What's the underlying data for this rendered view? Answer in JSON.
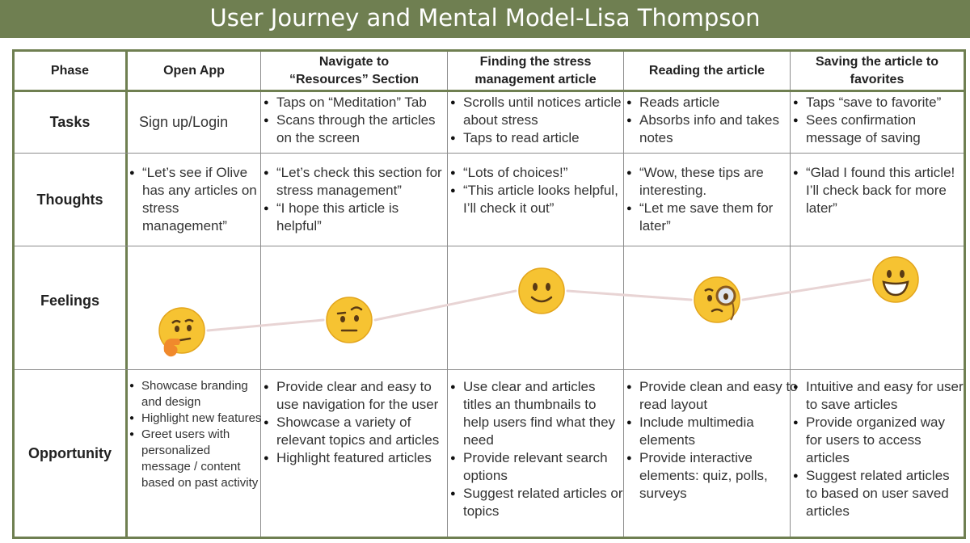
{
  "title": "User Journey and Mental Model-Lisa Thompson",
  "colors": {
    "accent": "#6f7f51",
    "title_text": "#ffffff",
    "curve": "#e8d4d4",
    "emoji": "#f6c332"
  },
  "header": {
    "phase": "Phase",
    "phases": [
      [
        "Open App"
      ],
      [
        "Navigate to",
        "“Resources” Section"
      ],
      [
        "Finding the stress",
        "management article"
      ],
      [
        "Reading the article"
      ],
      [
        "Saving the article to",
        "favorites"
      ]
    ]
  },
  "rows": {
    "tasks": {
      "label": "Tasks",
      "cells": [
        [
          "Sign up/Login"
        ],
        [
          "Taps on “Meditation” Tab",
          "Scans through the articles on the screen"
        ],
        [
          "Scrolls until notices article about stress",
          "Taps to read article"
        ],
        [
          "Reads article",
          "Absorbs info and takes notes"
        ],
        [
          "Taps “save to favorite”",
          "Sees confirmation message of saving"
        ]
      ]
    },
    "thoughts": {
      "label": "Thoughts",
      "cells": [
        [
          "“Let’s see if Olive has any articles on stress management”"
        ],
        [
          "“Let’s check this section for stress management”",
          "“I hope this article is helpful”"
        ],
        [
          "“Lots of choices!”",
          "“This article looks helpful, I’ll check it out”"
        ],
        [
          "“Wow, these tips are interesting.",
          "“Let me save them for later”"
        ],
        [
          "“Glad I found this article! I’ll check back for more later”"
        ]
      ]
    },
    "feelings": {
      "label": "Feelings",
      "emojis": [
        "thinking-face-icon",
        "raised-eyebrow-face-icon",
        "slightly-smiling-face-icon",
        "face-with-monocle-icon",
        "grinning-face-icon"
      ]
    },
    "opportunity": {
      "label": "Opportunity",
      "cells": [
        [
          "Showcase branding and design",
          "Highlight new features",
          "Greet users with personalized message / content based on past activity"
        ],
        [
          "Provide clear and easy to use navigation for the user",
          "Showcase a variety of relevant topics and articles",
          "Highlight featured articles"
        ],
        [
          "Use clear and articles titles an thumbnails to help users find what they need",
          "Provide relevant search options",
          "Suggest related articles or topics"
        ],
        [
          "Provide clean and easy to read layout",
          "Include multimedia elements",
          "Provide interactive elements: quiz, polls, surveys"
        ],
        [
          "Intuitive and easy for user to save articles",
          "Provide organized way for users to access articles",
          "Suggest related articles to based on user saved articles"
        ]
      ]
    }
  }
}
